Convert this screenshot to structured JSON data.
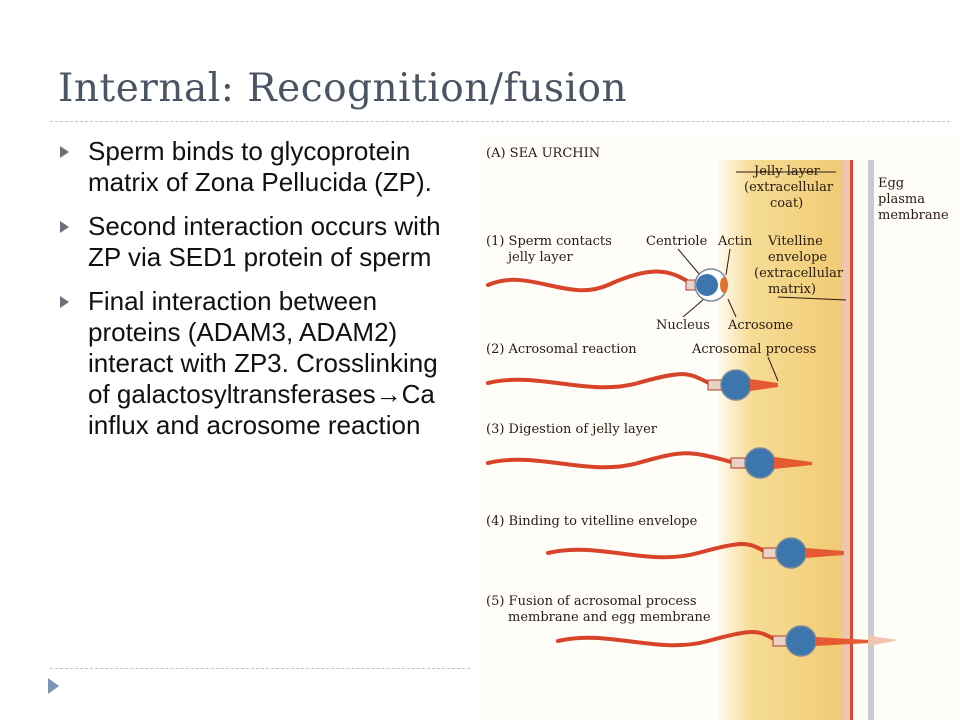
{
  "slide": {
    "title": "Internal: Recognition/fusion",
    "bullets": [
      {
        "text": "Sperm binds to glycoprotein matrix of Zona Pellucida (ZP)."
      },
      {
        "text": "Second interaction occurs with ZP via SED1 protein of sperm"
      },
      {
        "text": "Final interaction between proteins (ADAM3, ADAM2) interact with ZP3.  Crosslinking of galactosyltransferases→Ca influx and acrosome reaction"
      }
    ]
  },
  "figure": {
    "panel_label": "(A) SEA URCHIN",
    "steps": [
      {
        "line1": "(1) Sperm contacts",
        "line2": "jelly layer"
      },
      {
        "line1": "(2) Acrosomal reaction",
        "line2": ""
      },
      {
        "line1": "(3) Digestion of jelly layer",
        "line2": ""
      },
      {
        "line1": "(4) Binding to vitelline envelope",
        "line2": ""
      },
      {
        "line1": "(5) Fusion of acrosomal process",
        "line2": "membrane and egg membrane"
      }
    ],
    "labels": {
      "jelly1": "Jelly layer",
      "jelly2": "(extracellular",
      "jelly3": "coat)",
      "egg1": "Egg",
      "egg2": "plasma",
      "egg3": "membrane",
      "centriole": "Centriole",
      "actin": "Actin",
      "vit1": "Vitelline",
      "vit2": "envelope",
      "vit3": "(extracellular",
      "vit4": "matrix)",
      "nucleus": "Nucleus",
      "acrosome": "Acrosome",
      "acro_process": "Acrosomal process"
    },
    "colors": {
      "jelly": "#f6dc95",
      "sperm_tail": "#d8442a",
      "sperm_head": "#3d76ad",
      "membrane_red": "#d94a32",
      "membrane_gray": "#b9bcc2"
    }
  }
}
